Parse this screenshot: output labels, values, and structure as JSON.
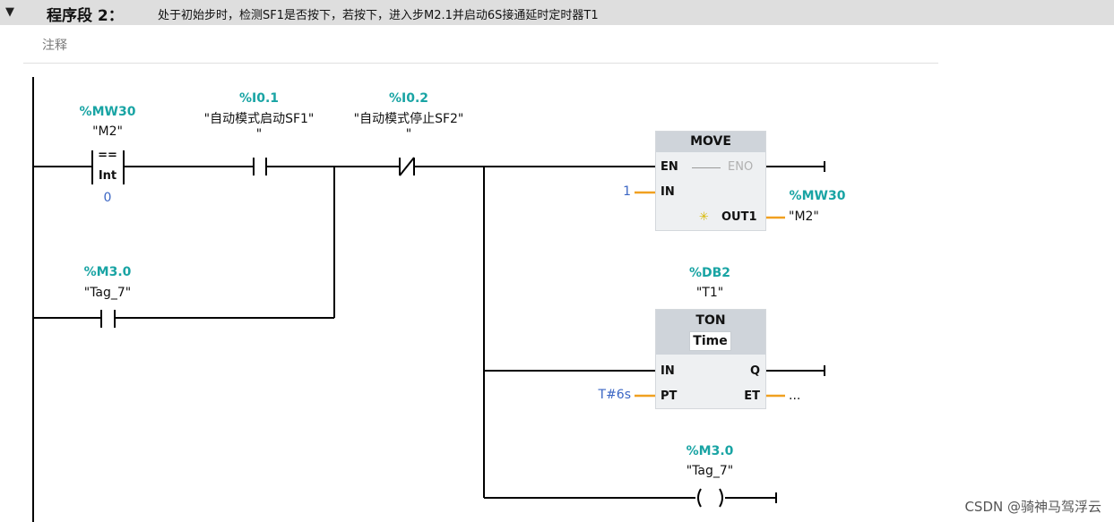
{
  "network": {
    "title": "程序段 2：",
    "description": "处于初始步时，检测SF1是否按下，若按下，进入步M2.1并启动6S接通延时定时器T1",
    "comment": "注释",
    "collapse_icon": "triangle-down-icon"
  },
  "compare": {
    "address": "%MW30",
    "tag": "\"M2\"",
    "operator": "==",
    "type": "Int",
    "operand": "0"
  },
  "contact_start": {
    "address": "%I0.1",
    "tag": "\"自动模式启动SF1\"",
    "tag_tail": "\""
  },
  "contact_stop": {
    "address": "%I0.2",
    "tag": "\"自动模式停止SF2\"",
    "tag_tail": "\""
  },
  "contact_hold": {
    "address": "%M3.0",
    "tag": "\"Tag_7\""
  },
  "move_block": {
    "name": "MOVE",
    "pin_en": "EN",
    "pin_eno": "ENO",
    "pin_in": "IN",
    "pin_out": "OUT1",
    "in_value": "1",
    "out_address": "%MW30",
    "out_tag": "\"M2\"",
    "status_icon": "sparkle-icon"
  },
  "ton_block": {
    "instance_address": "%DB2",
    "instance_tag": "\"T1\"",
    "name": "TON",
    "type": "Time",
    "pin_in": "IN",
    "pin_pt": "PT",
    "pin_q": "Q",
    "pin_et": "ET",
    "pt_value": "T#6s",
    "et_value": "..."
  },
  "coil": {
    "address": "%M3.0",
    "tag": "\"Tag_7\""
  },
  "watermark": "CSDN @骑神马驾浮云",
  "colors": {
    "address": "#19a4a4",
    "constant": "#3b66c4",
    "wire": "#000000",
    "pin_wire": "#f0a020",
    "block_header": "#cfd4da"
  }
}
